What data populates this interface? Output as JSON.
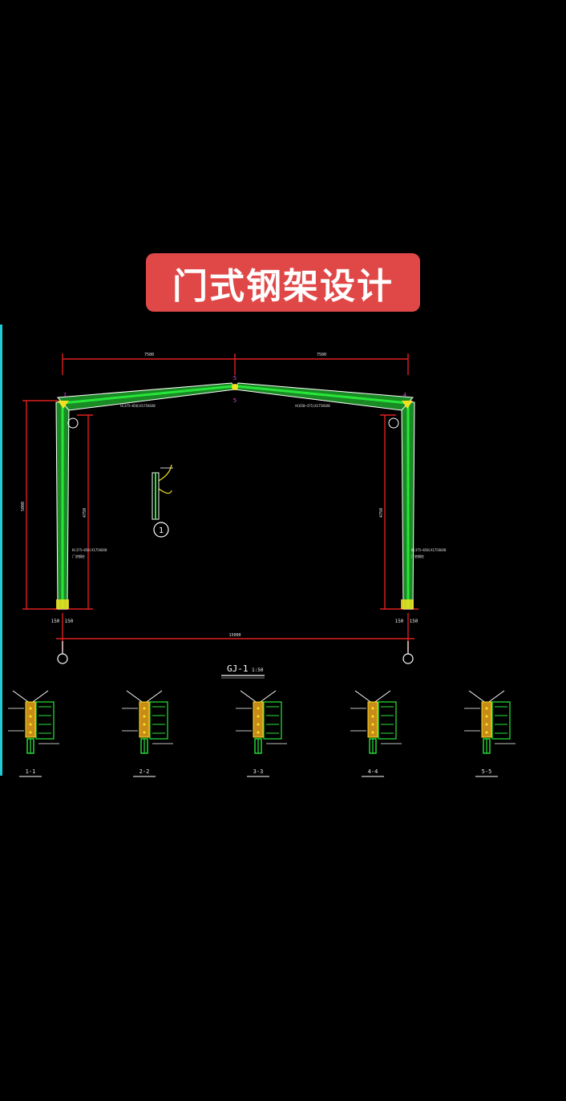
{
  "title": "门式钢架设计",
  "frame": {
    "dim_left_span": "7500",
    "dim_right_span": "7500",
    "dim_total_span": "15000",
    "dim_height_outer": "5000",
    "dim_height_left": "4750",
    "dim_height_right": "4750",
    "col_base_left_a": "150",
    "col_base_left_b": "150",
    "col_base_right_a": "150",
    "col_base_right_b": "150",
    "node_ridge_top": "5",
    "node_ridge_bottom": "5",
    "node_left": "1",
    "node_right": "4",
    "rafter_left_label": "H(375~650)X175X6X8",
    "rafter_right_label": "H(650~375)X175X6X8",
    "col_left_label": "H(375~650)X175X6X8",
    "col_right_label": "H(375~650)X175X6X8",
    "col_left_note": "厂房钢柱",
    "col_right_note": "厂房钢柱",
    "callout_number": "1",
    "drawing_id": "GJ-1",
    "drawing_scale": "1:50"
  },
  "sections": [
    {
      "label": "1-1"
    },
    {
      "label": "2-2"
    },
    {
      "label": "3-3"
    },
    {
      "label": "4-4"
    },
    {
      "label": "5-5"
    }
  ],
  "colors": {
    "background": "#000000",
    "member": "#27e63a",
    "member_outline": "#ffffff",
    "dimension": "#e02020",
    "node_marker": "#f0e020",
    "node_text": "#e040e0",
    "banner": "#e04848",
    "edge": "#22c9d6"
  }
}
